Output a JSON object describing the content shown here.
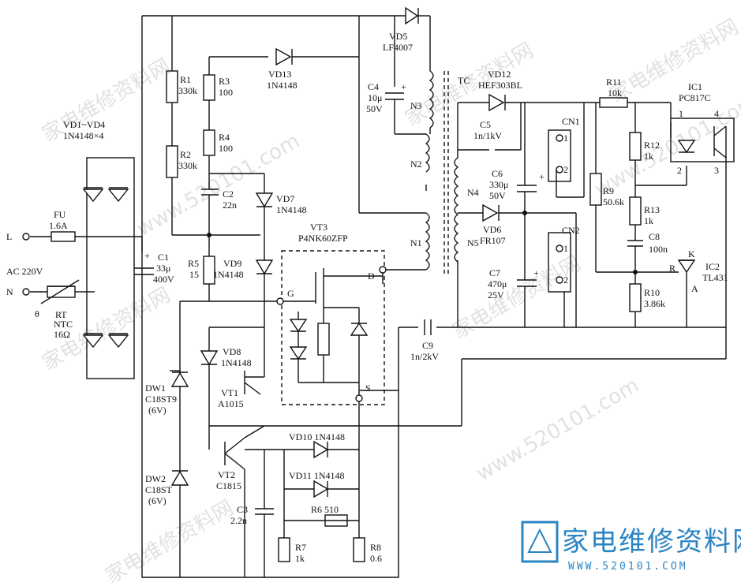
{
  "labels": {
    "L": "L",
    "N": "N",
    "AC": "AC 220V",
    "FU": "FU",
    "FU_v": "1.6A",
    "RT": "RT",
    "RT_type": "NTC",
    "RT_v": "16Ω",
    "theta": "θ",
    "VD1_4": "VD1~VD4",
    "VD1_4_v": "1N4148×4",
    "C1": "C1",
    "C1_v1": "33μ",
    "C1_v2": "400V",
    "R1": "R1",
    "R1_v": "330k",
    "R2": "R2",
    "R2_v": "330k",
    "R3": "R3",
    "R3_v": "100",
    "R4": "R4",
    "R4_v": "100",
    "C2": "C2",
    "C2_v": "22n",
    "R5": "R5",
    "R5_v": "15",
    "VD5": "VD5",
    "VD5_v": "LF4007",
    "VD13": "VD13",
    "VD13_v": "1N4148",
    "VD7": "VD7",
    "VD7_v": "1N4148",
    "VD9": "VD9",
    "VD9_v": "1N4148",
    "VD8": "VD8",
    "VD8_v": "1N4148",
    "C4": "C4",
    "C4_v1": "10μ",
    "C4_v2": "50V",
    "N1": "N1",
    "N2": "N2",
    "N3": "N3",
    "N4": "N4",
    "N5": "N5",
    "TC": "TC",
    "VT3": "VT3",
    "VT3_v": "P4NK60ZFP",
    "G": "G",
    "D": "D",
    "S": "S",
    "VT1": "VT1",
    "VT1_v": "A1015",
    "VT2": "VT2",
    "VT2_v": "C1815",
    "DW1": "DW1",
    "DW1_v1": "C18ST9",
    "DW1_v2": "(6V)",
    "DW2": "DW2",
    "DW2_v1": "C18ST",
    "DW2_v2": "(6V)",
    "VD10": "VD10 1N4148",
    "VD11": "VD11 1N4148",
    "C3": "C3",
    "C3_v": "2.2n",
    "R6": "R6 510",
    "R7": "R7",
    "R7_v": "1k",
    "R8": "R8",
    "R8_v": "0.6",
    "C9": "C9",
    "C9_v": "1n/2kV",
    "VD12": "VD12",
    "VD12_v": "HEF303BL",
    "C5": "C5",
    "C5_v": "1n/1kV",
    "C6": "C6",
    "C6_v1": "330μ",
    "C6_v2": "50V",
    "VD6": "VD6",
    "VD6_v": "FR107",
    "C7": "C7",
    "C7_v1": "470μ",
    "C7_v2": "25V",
    "CN1": "CN1",
    "CN2": "CN2",
    "pin1": "1",
    "pin2": "2",
    "R11": "R11",
    "R11_v": "10k",
    "R12": "R12",
    "R12_v": "1k",
    "R9": "R9",
    "R9_v": "50.6k",
    "R13": "R13",
    "R13_v": "1k",
    "C8": "C8",
    "C8_v": "100n",
    "R10": "R10",
    "R10_v": "3.86k",
    "IC1": "IC1",
    "IC1_v": "PC817C",
    "IC1_p1": "1",
    "IC1_p2": "2",
    "IC1_p3": "3",
    "IC1_p4": "4",
    "IC2": "IC2",
    "IC2_v": "TL431",
    "K": "K",
    "R": "R",
    "A": "A",
    "plus": "+"
  },
  "watermark": {
    "text": "家电维修资料网",
    "url": "www.520101.com",
    "brand_text": "家电维修资料网",
    "brand_url": "WWW.520101.COM"
  }
}
